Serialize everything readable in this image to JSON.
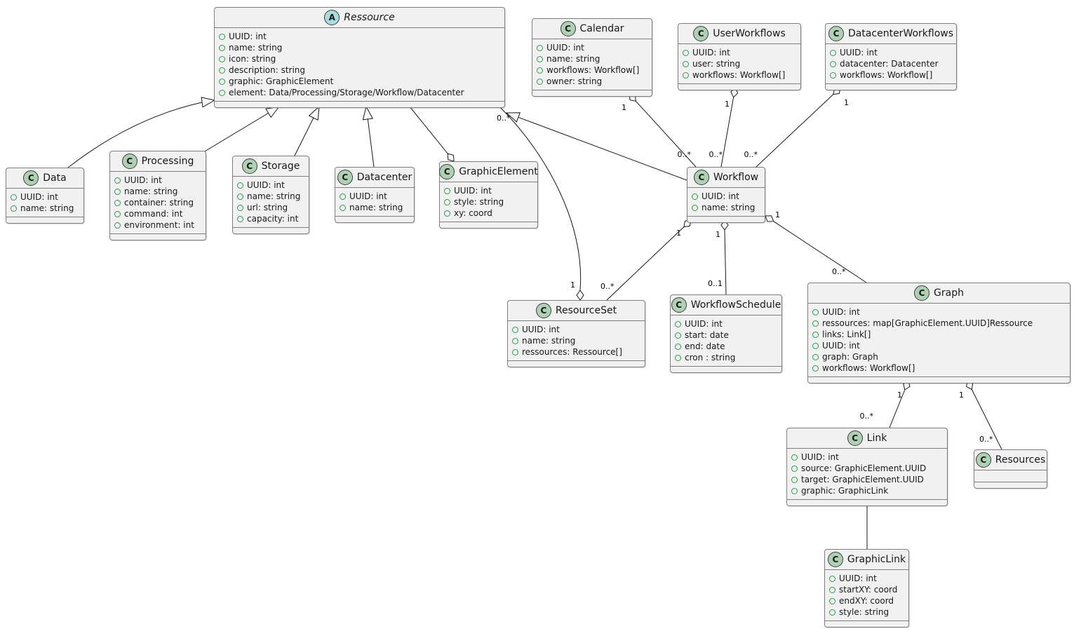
{
  "colors": {
    "box_fill": "#F1F1F1",
    "box_border": "#7F7F7F",
    "class_icon_bg": "#ADD1B2",
    "abstract_icon_bg": "#A9DCDF",
    "field_icon_green": "#2E9A4E",
    "line": "#181818"
  },
  "icon_letters": {
    "class": "C",
    "abstract": "A"
  },
  "labels": {
    "one": "1",
    "many": "0..*",
    "optional": "0..1"
  },
  "classes": {
    "ressource": {
      "name": "Ressource",
      "attrs": [
        "UUID: int",
        "name: string",
        "icon: string",
        "description: string",
        "graphic: GraphicElement",
        "element: Data/Processing/Storage/Workflow/Datacenter"
      ]
    },
    "calendar": {
      "name": "Calendar",
      "attrs": [
        "UUID: int",
        "name: string",
        "workflows: Workflow[]",
        "owner: string"
      ]
    },
    "userworkflows": {
      "name": "UserWorkflows",
      "attrs": [
        "UUID: int",
        "user: string",
        "workflows: Workflow[]"
      ]
    },
    "datacenterworkflows": {
      "name": "DatacenterWorkflows",
      "attrs": [
        "UUID: int",
        "datacenter: Datacenter",
        "workflows: Workflow[]"
      ]
    },
    "data": {
      "name": "Data",
      "attrs": [
        "UUID: int",
        "name: string"
      ]
    },
    "processing": {
      "name": "Processing",
      "attrs": [
        "UUID: int",
        "name: string",
        "container: string",
        "command: int",
        "environment: int"
      ]
    },
    "storage": {
      "name": "Storage",
      "attrs": [
        "UUID: int",
        "name: string",
        "url: string",
        "capacity: int"
      ]
    },
    "datacenter": {
      "name": "Datacenter",
      "attrs": [
        "UUID: int",
        "name: string"
      ]
    },
    "graphicelement": {
      "name": "GraphicElement",
      "attrs": [
        "UUID: int",
        "style: string",
        "xy: coord"
      ]
    },
    "workflow": {
      "name": "Workflow",
      "attrs": [
        "UUID: int",
        "name: string"
      ]
    },
    "resourceset": {
      "name": "ResourceSet",
      "attrs": [
        "UUID: int",
        "name: string",
        "ressources: Ressource[]"
      ]
    },
    "workflowschedule": {
      "name": "WorkflowSchedule",
      "attrs": [
        "UUID: int",
        "start: date",
        "end: date",
        "cron : string"
      ]
    },
    "graph": {
      "name": "Graph",
      "attrs": [
        "UUID: int",
        "ressources: map[GraphicElement.UUID]Ressource",
        "links: Link[]",
        "UUID: int",
        "graph: Graph",
        "workflows: Workflow[]"
      ]
    },
    "link": {
      "name": "Link",
      "attrs": [
        "UUID: int",
        "source: GraphicElement.UUID",
        "target: GraphicElement.UUID",
        "graphic: GraphicLink"
      ]
    },
    "resources": {
      "name": "Resources",
      "attrs": []
    },
    "graphiclink": {
      "name": "GraphicLink",
      "attrs": [
        "UUID: int",
        "startXY: coord",
        "endXY: coord",
        "style: string"
      ]
    }
  }
}
